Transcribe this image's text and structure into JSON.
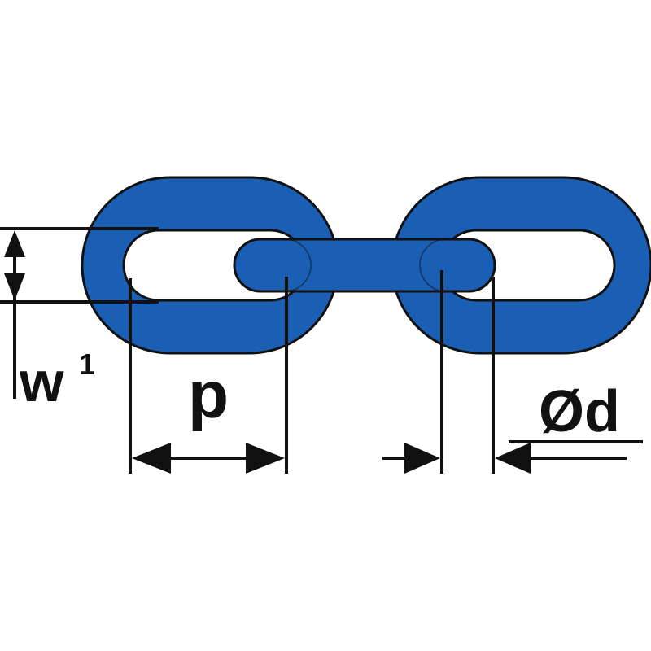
{
  "labels": {
    "inner_width": "w",
    "inner_width_sup": "1",
    "pitch": "p",
    "diameter": "Ød"
  },
  "colors": {
    "link": "#1a5fb4",
    "outline": "#111111",
    "background": "#ffffff"
  }
}
